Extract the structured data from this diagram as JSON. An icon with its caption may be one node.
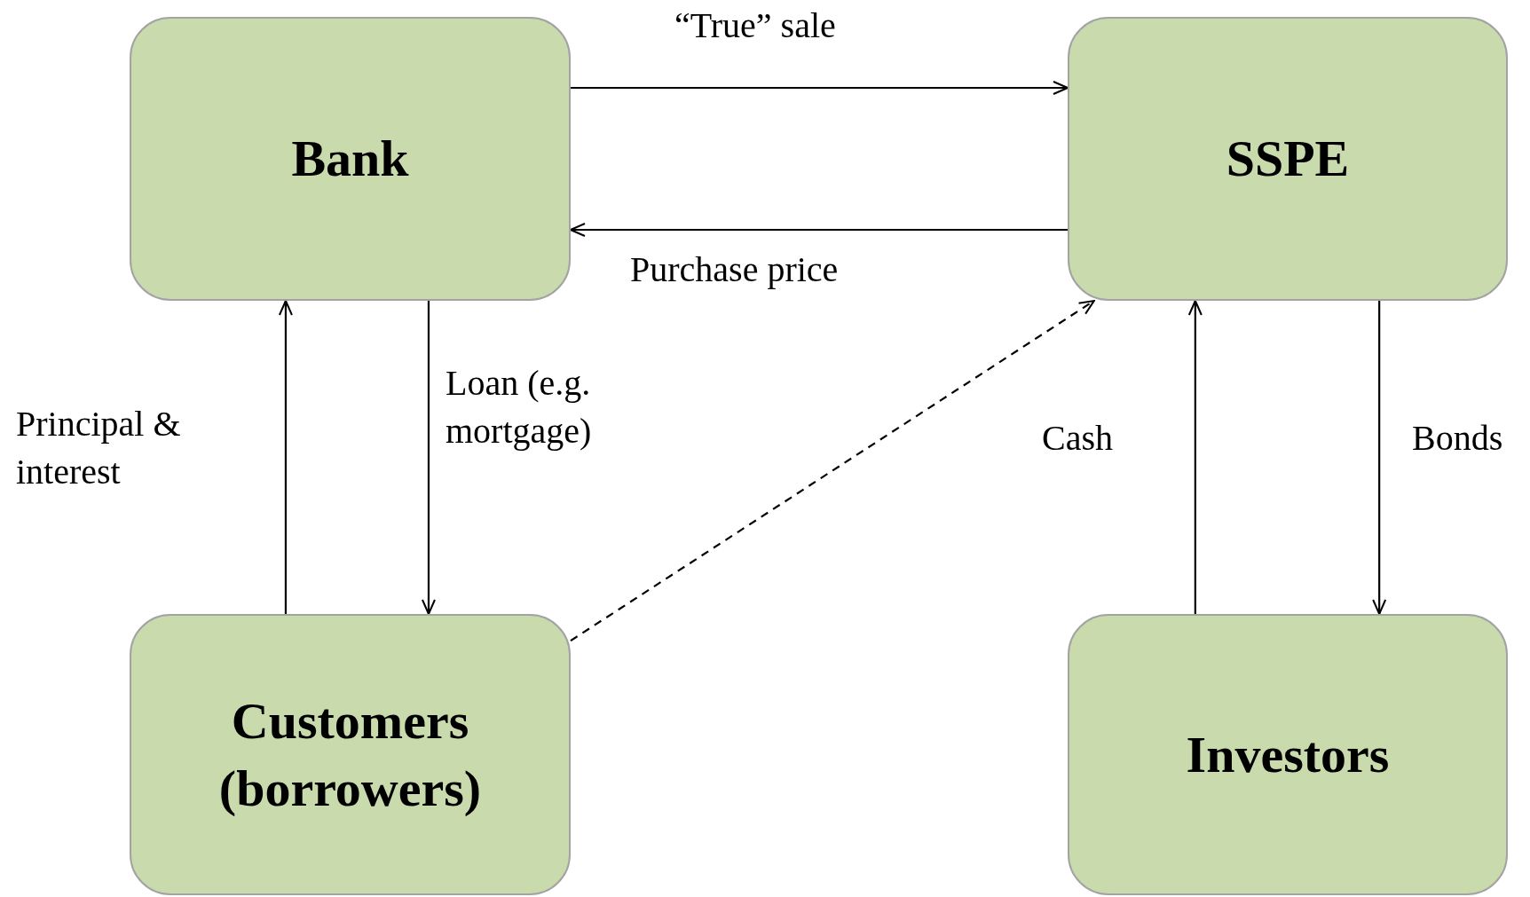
{
  "diagram": {
    "nodes": [
      {
        "text": [
          "Bank"
        ]
      },
      {
        "text": [
          "SSPE"
        ]
      },
      {
        "text": [
          "Customers (borrowers)"
        ]
      },
      {
        "text": [
          "Investors"
        ]
      }
    ],
    "edges": [
      {
        "from": 0,
        "to": 1,
        "arrow": "to",
        "label": "“True” sale"
      },
      {
        "from": 1,
        "to": 0,
        "arrow": "to",
        "label": "Purchase price"
      },
      {
        "from": 2,
        "to": 0,
        "arrow": "to",
        "label": "Principal & interest"
      },
      {
        "from": 0,
        "to": 2,
        "arrow": "to",
        "label": "Loan (e.g. mortgage)"
      },
      {
        "from": 2,
        "to": 1,
        "arrow": "to",
        "style": "dashed"
      },
      {
        "from": 3,
        "to": 1,
        "arrow": "to",
        "label": "Cash"
      },
      {
        "from": 1,
        "to": 3,
        "arrow": "to",
        "label": "Bonds"
      }
    ]
  }
}
